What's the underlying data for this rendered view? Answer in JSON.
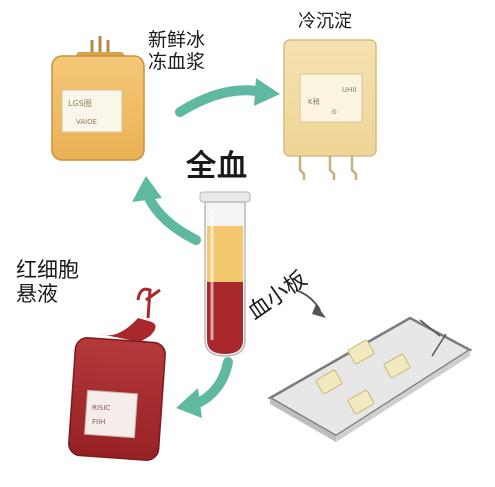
{
  "labels": {
    "plasma": "新鲜冰冻血浆",
    "cryo": "冷沉淀",
    "whole_blood": "全血",
    "rbc": "红细胞悬液",
    "platelet": "血小板"
  },
  "colors": {
    "plasma": "#f2bf63",
    "cryo": "#f3dca1",
    "rbc": "#a8282c",
    "platelet_tray": "#e4e4e4",
    "arrow": "#5fb8a0"
  }
}
